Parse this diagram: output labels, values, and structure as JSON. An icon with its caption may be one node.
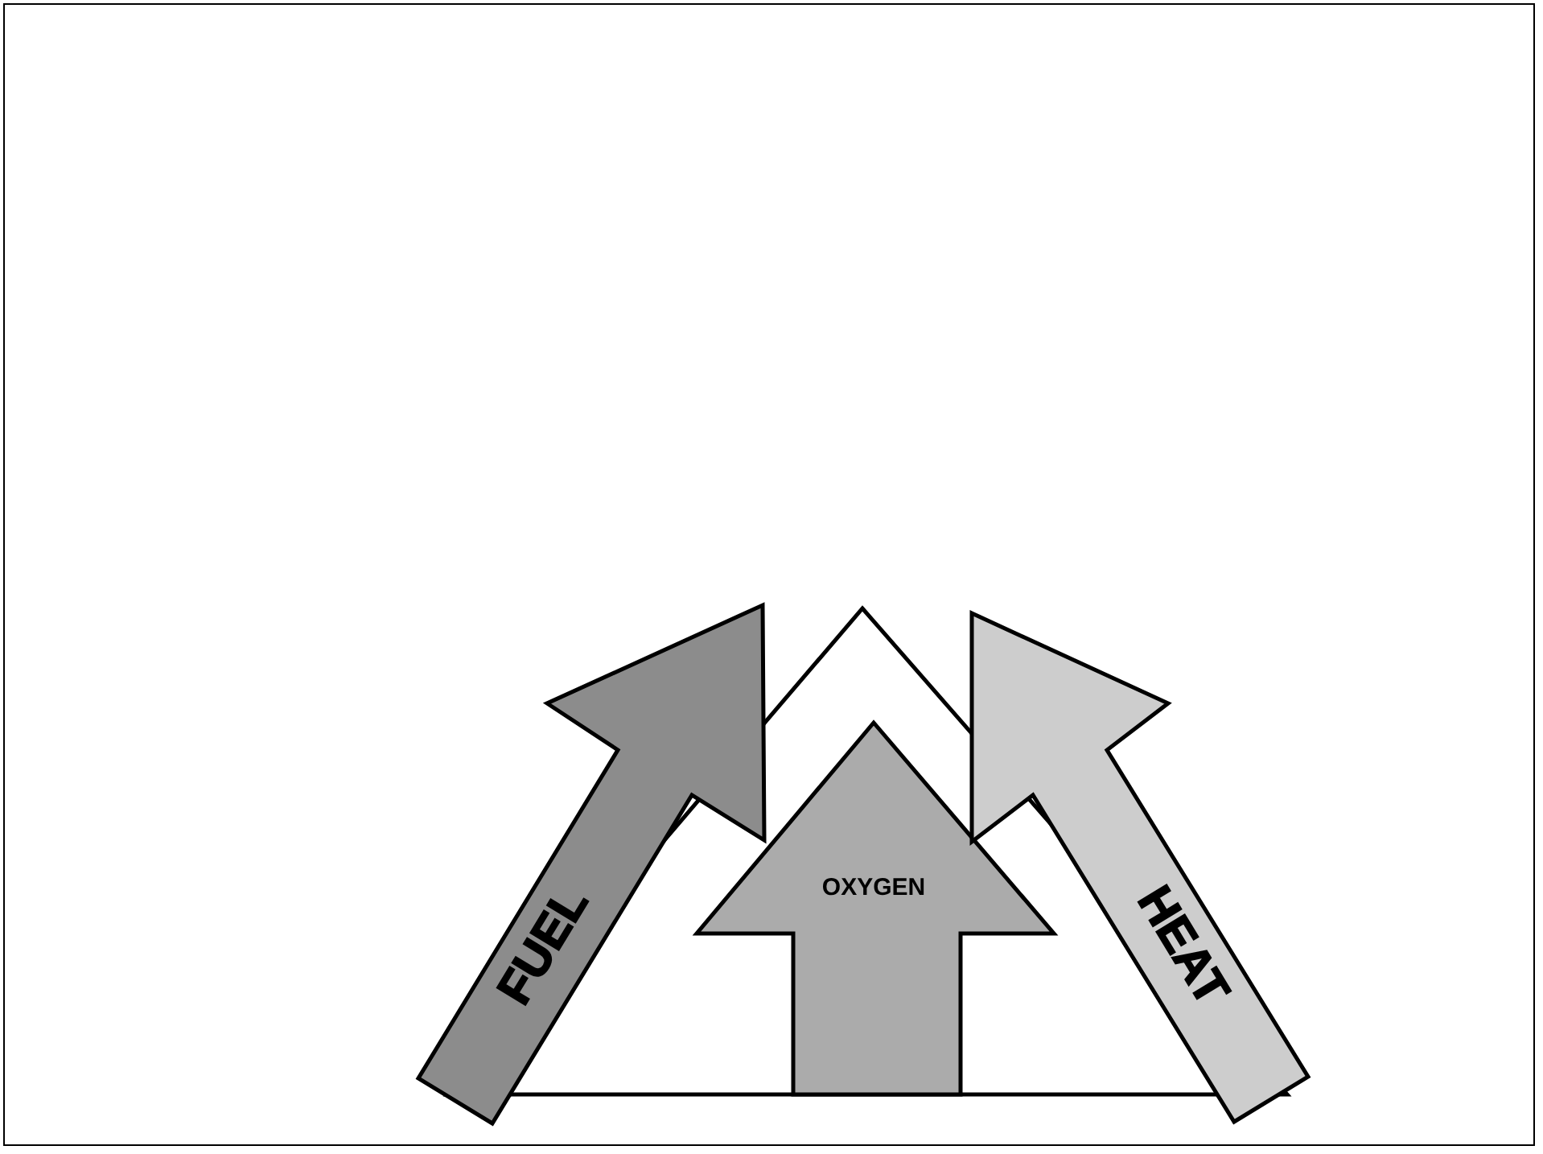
{
  "diagram": {
    "nodes": [
      {
        "text": [],
        "shape": "triangle"
      },
      {
        "text": [
          "FUEL"
        ]
      },
      {
        "text": [
          "OXYGEN"
        ],
        "in": 0
      },
      {
        "text": [
          "HEAT"
        ]
      }
    ]
  }
}
